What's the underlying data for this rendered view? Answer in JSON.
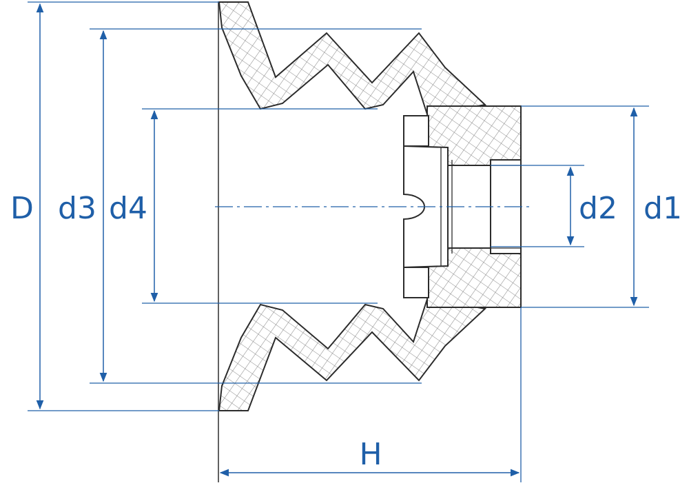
{
  "labels": {
    "D": "D",
    "d3": "d3",
    "d4": "d4",
    "d2": "d2",
    "d1": "d1",
    "H": "H"
  },
  "colors": {
    "dimension": "#1f5fa8",
    "outline": "#2b2b2b",
    "hatch": "#7a7a7a",
    "background": "#ffffff"
  }
}
